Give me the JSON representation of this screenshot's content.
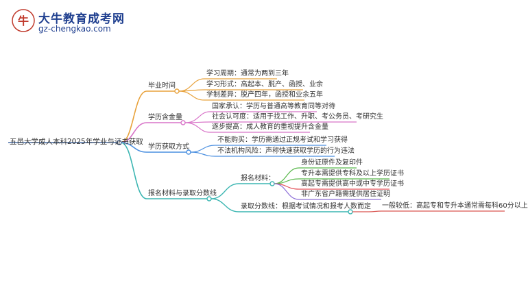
{
  "logo": {
    "title": "大牛教育成考网",
    "url": "gz-chengkao.com"
  },
  "colors": {
    "root": "#4a6fa5",
    "graduation": "#e8a23c",
    "credential": "#d874c8",
    "acquire": "#4a8fe0",
    "enroll": "#3cb6b2",
    "req_green": "#58b84a",
    "req_red": "#e4545c",
    "req_purple": "#8d6fd8",
    "score_red": "#d9534f"
  },
  "mindmap": {
    "root": "五邑大学成人本科2025年学业与证书获取",
    "branches": [
      {
        "label": "毕业时间",
        "children": [
          "学习周期：通常为两到三年",
          "学习形式：高起本、脱产、函授、业余",
          "学制差异：脱产四年，函授和业余五年"
        ]
      },
      {
        "label": "学历含金量",
        "children": [
          "国家承认：学历与普通高等教育同等对待",
          "社会认可度：适用于找工作、升职、考公务员、考研究生",
          "逐步提高：成人教育的重视提升含金量"
        ]
      },
      {
        "label": "学历获取方式",
        "children": [
          "不能购买：学历需通过正规考试和学习获得",
          "不法机构风险：声称快速获取学历的行为违法"
        ]
      },
      {
        "label": "报名材料与录取分数线",
        "children": [
          {
            "label": "报名材料：",
            "children": [
              "身份证原件及复印件",
              "专升本需提供专科及以上学历证书",
              "高起专需提供高中或中专学历证书",
              "非广东省户籍需提供居住证明"
            ]
          },
          {
            "label": "录取分数线：根据考试情况和报考人数而定",
            "children": [
              "一般较低：高起专和专升本通常需每科60分以上"
            ]
          }
        ]
      }
    ]
  }
}
